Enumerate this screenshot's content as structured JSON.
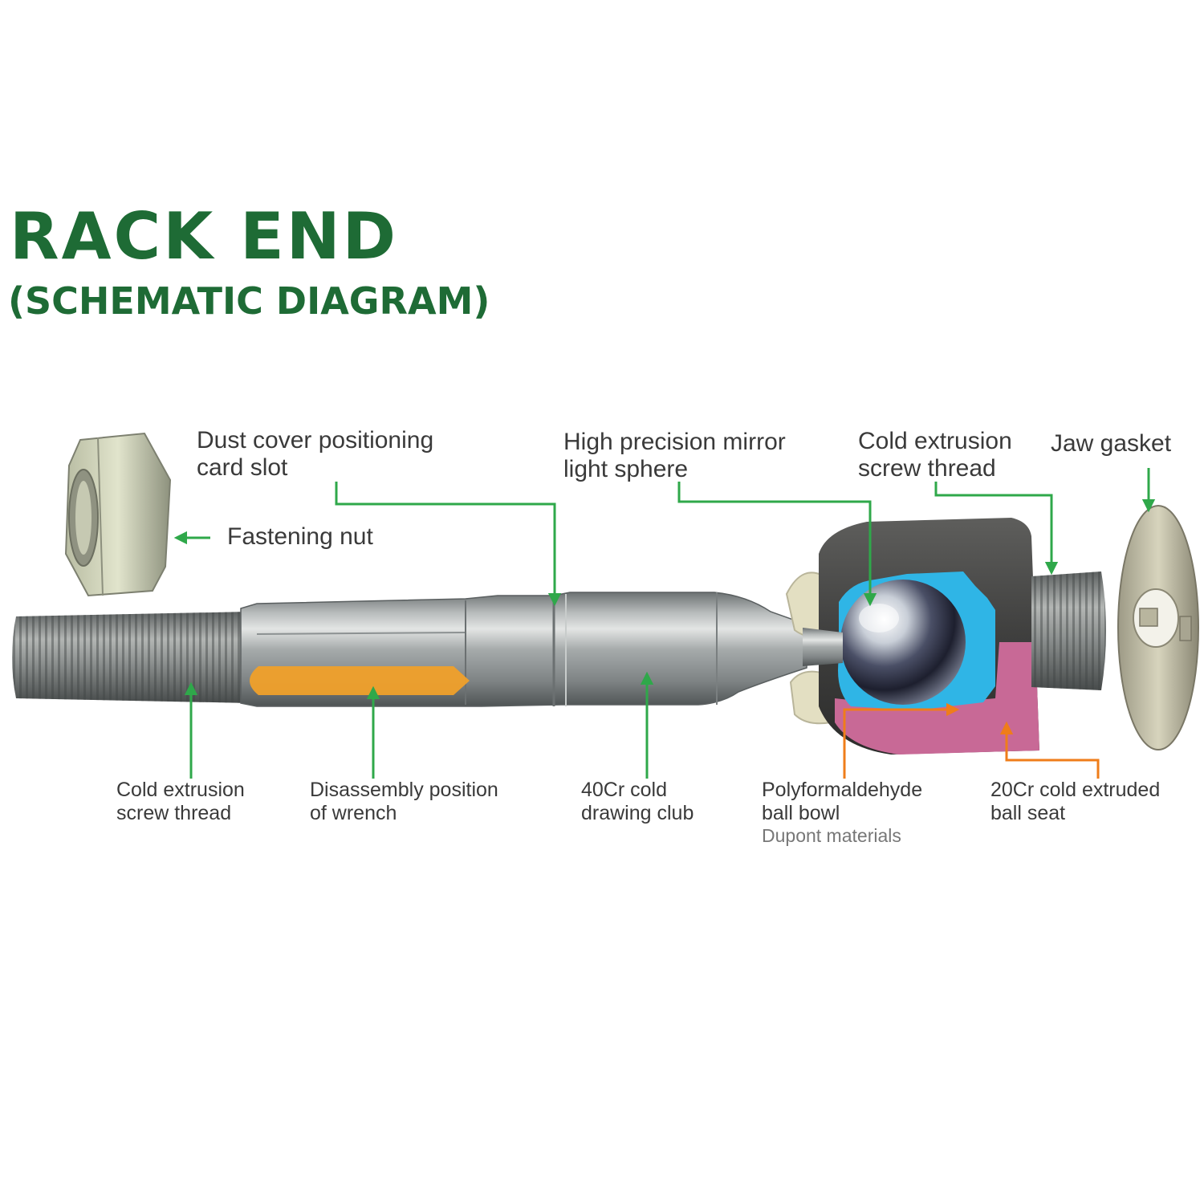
{
  "title": "RACK END",
  "subtitle": "(SCHEMATIC DIAGRAM)",
  "labels": {
    "fastening_nut": "Fastening nut",
    "dust_cover": [
      "Dust cover positioning",
      "card slot"
    ],
    "mirror_sphere": [
      "High precision mirror",
      "light sphere"
    ],
    "screw_thread_top": [
      "Cold extrusion",
      "screw thread"
    ],
    "jaw_gasket": "Jaw gasket",
    "screw_thread_bottom": [
      "Cold extrusion",
      "screw thread"
    ],
    "wrench_position": [
      "Disassembly position",
      "of wrench"
    ],
    "drawing_club": [
      "40Cr cold",
      "drawing club"
    ],
    "ball_bowl": [
      "Polyformaldehyde",
      "ball bowl"
    ],
    "ball_bowl_note": "Dupont materials",
    "ball_seat": [
      "20Cr cold extruded",
      "ball seat"
    ]
  },
  "colors": {
    "title": "#1e6b35",
    "leader_green": "#2fa84a",
    "leader_orange": "#ef7d1a",
    "ball_bowl_fill": "#2fb5e6",
    "ball_seat_fill": "#c86996",
    "wrench_flat_fill": "#f0a02a",
    "steel": "#a3a8a8",
    "housing": "#4a4a4a"
  }
}
